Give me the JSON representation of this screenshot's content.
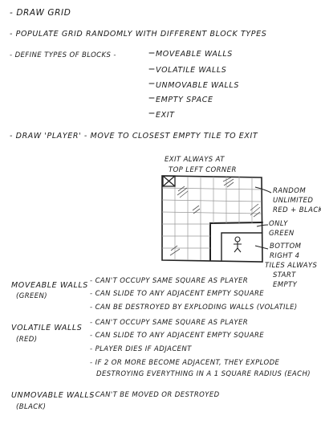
{
  "notes": {
    "line1": "- DRAW GRID",
    "line2": "- POPULATE GRID RANDOMLY WITH DIFFERENT BLOCK TYPES",
    "line3_prefix": "- DEFINE TYPES OF BLOCKS -",
    "block_types": [
      "MOVEABLE WALLS",
      "VOLATILE WALLS",
      "UNMOVABLE WALLS",
      "EMPTY SPACE",
      "EXIT"
    ],
    "line4": "- DRAW 'PLAYER' - MOVE TO CLOSEST EMPTY TILE TO EXIT"
  },
  "diagram": {
    "exit_note_1": "EXIT ALWAYS AT",
    "exit_note_2": "TOP LEFT CORNER",
    "random_note": [
      "RANDOM",
      "UNLIMITED",
      "RED + BLACK"
    ],
    "green_note": [
      "ONLY",
      "GREEN"
    ],
    "bottom_note": [
      "BOTTOM",
      "RIGHT 4",
      "TILES ALWAYS",
      "START",
      "EMPTY"
    ]
  },
  "rules": {
    "moveable": {
      "title": "MOVEABLE WALLS",
      "color": "(GREEN)",
      "items": [
        "- CAN'T OCCUPY SAME SQUARE AS PLAYER",
        "- CAN SLIDE TO ANY ADJACENT EMPTY SQUARE",
        "- CAN BE DESTROYED BY EXPLODING WALLS (VOLATILE)"
      ]
    },
    "volatile": {
      "title": "VOLATILE WALLS",
      "color": "(RED)",
      "items": [
        "- CAN'T OCCUPY SAME SQUARE AS PLAYER",
        "- CAN SLIDE TO ANY ADJACENT EMPTY SQUARE",
        "- PLAYER DIES IF ADJACENT",
        "- IF 2 OR MORE BECOME ADJACENT, THEY EXPLODE",
        "DESTROYING EVERYTHING IN A 1 SQUARE RADIUS (EACH)"
      ]
    },
    "unmovable": {
      "title": "UNMOVABLE WALLS",
      "color": "(BLACK)",
      "items": [
        "- CAN'T BE MOVED OR DESTROYED"
      ]
    }
  }
}
